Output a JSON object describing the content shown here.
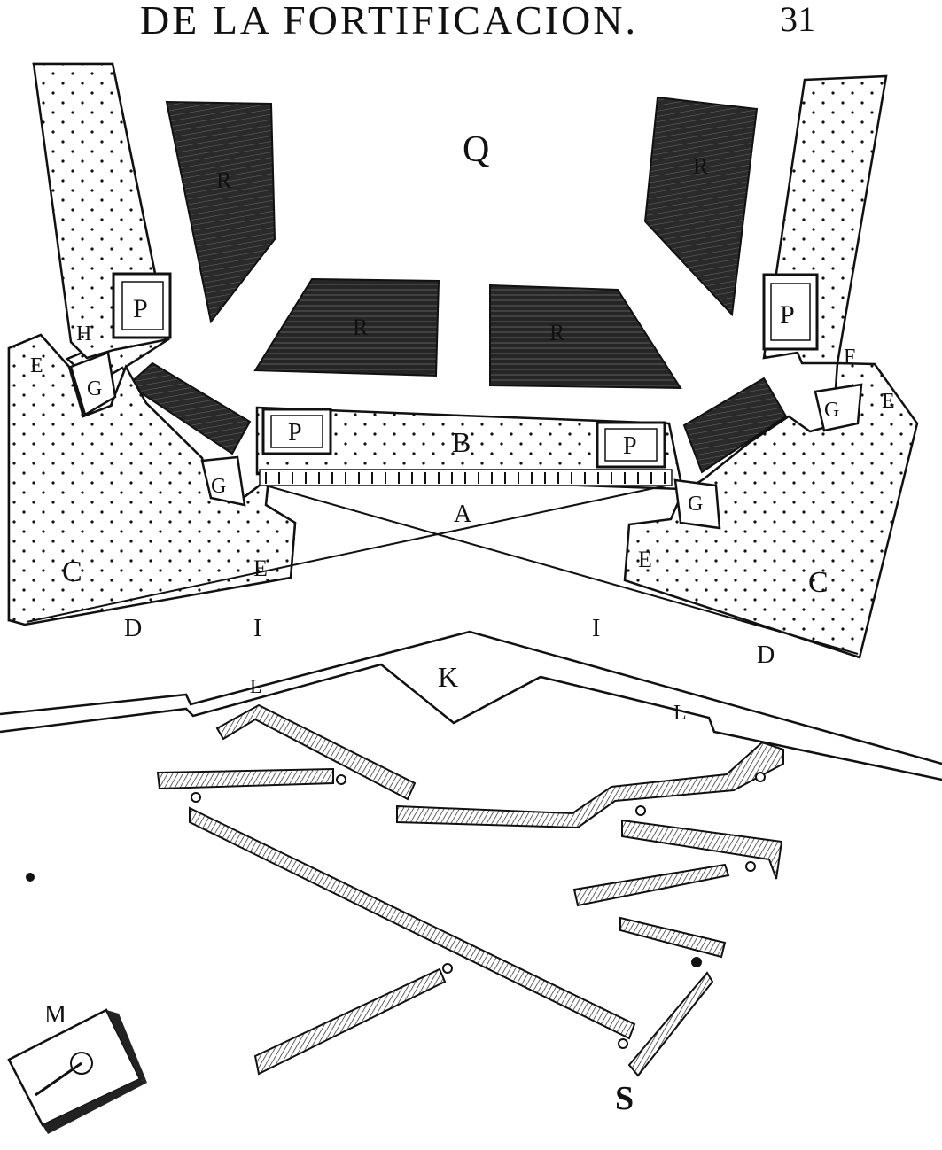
{
  "header": {
    "title": "DE LA FORTIFICACION.",
    "page_number": "31"
  },
  "labels": {
    "Q": "Q",
    "R": "R",
    "P": "P",
    "B": "B",
    "A": "A",
    "C": "C",
    "D": "D",
    "E": "E",
    "F": "F",
    "G": "G",
    "H": "H",
    "I": "I",
    "K": "K",
    "L": "L",
    "M": "M",
    "S": "S"
  },
  "colors": {
    "ink": "#111111",
    "paper": "#ffffff",
    "hatch": "#2a2a2a"
  }
}
